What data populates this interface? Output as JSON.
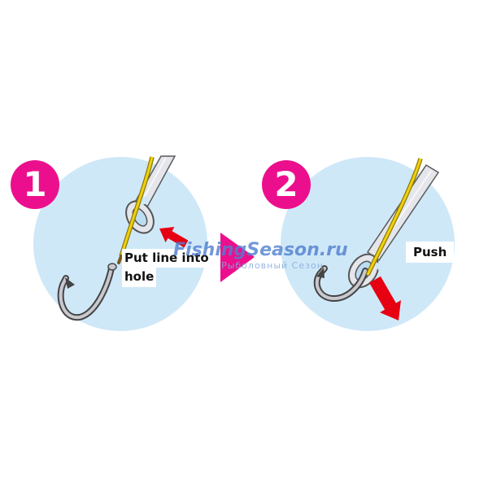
{
  "steps": [
    {
      "number": "1",
      "caption_line1": "Put line into",
      "caption_line2": "hole"
    },
    {
      "number": "2",
      "caption": "Push"
    }
  ],
  "watermark": {
    "title": "FishingSeason.ru",
    "subtitle": "Рыболовный Сезон"
  },
  "icons": [
    "next-step-arrow-icon",
    "insert-arrow-icon",
    "push-arrow-icon",
    "threader-tool-icon",
    "fishing-hook-icon",
    "fishing-line"
  ],
  "colors": {
    "circle_blue": "#cfe8f8",
    "brand_pink": "#ec0f8d",
    "arrow_red": "#e60012",
    "line_yellow": "#f0d010",
    "watermark_blue": "#4f7fd0",
    "watermark_light_blue": "#85abdf"
  }
}
